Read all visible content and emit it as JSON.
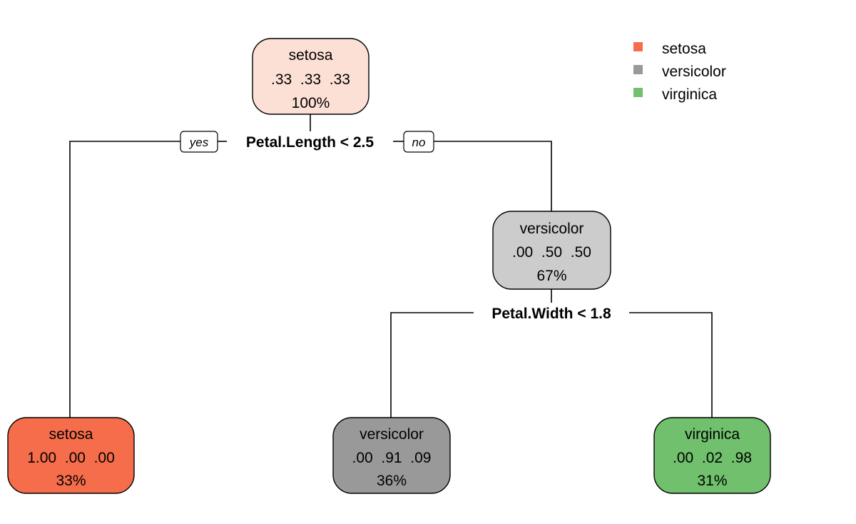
{
  "legend": {
    "items": [
      {
        "label": "setosa",
        "color": "#f56d4b"
      },
      {
        "label": "versicolor",
        "color": "#999999"
      },
      {
        "label": "virginica",
        "color": "#70c06d"
      }
    ]
  },
  "splits": {
    "root": {
      "rule": "Petal.Length < 2.5",
      "yes_label": "yes",
      "no_label": "no"
    },
    "node2": {
      "rule": "Petal.Width < 1.8"
    }
  },
  "nodes": {
    "root": {
      "class": "setosa",
      "probs": ".33  .33  .33",
      "pct": "100%",
      "fill": "#fde0d5"
    },
    "node2": {
      "class": "versicolor",
      "probs": ".00  .50  .50",
      "pct": "67%",
      "fill": "#cccccc"
    },
    "leaf_setosa": {
      "class": "setosa",
      "probs": "1.00  .00  .00",
      "pct": "33%",
      "fill": "#f56d4b"
    },
    "leaf_versi": {
      "class": "versicolor",
      "probs": ".00  .91  .09",
      "pct": "36%",
      "fill": "#999999"
    },
    "leaf_virg": {
      "class": "virginica",
      "probs": ".00  .02  .98",
      "pct": "31%",
      "fill": "#70c06d"
    }
  }
}
